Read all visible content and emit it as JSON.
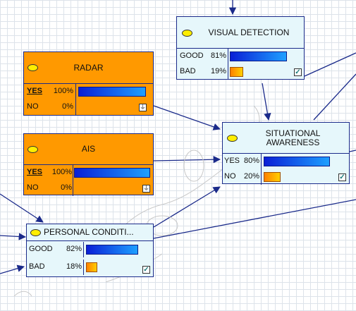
{
  "nodes": {
    "radar": {
      "title": "RADAR",
      "states": [
        {
          "label": "YES",
          "value": "100%",
          "fraction": 1.0
        },
        {
          "label": "NO",
          "value": "0%",
          "fraction": 0.0
        }
      ],
      "indicator": "evidence-icon"
    },
    "ais": {
      "title": "AIS",
      "states": [
        {
          "label": "YES",
          "value": "100%",
          "fraction": 1.0
        },
        {
          "label": "NO",
          "value": "0%",
          "fraction": 0.0
        }
      ],
      "indicator": "evidence-icon"
    },
    "visual_detection": {
      "title": "VISUAL DETECTION",
      "states": [
        {
          "label": "GOOD",
          "value": "81%",
          "fraction": 0.81
        },
        {
          "label": "BAD",
          "value": "19%",
          "fraction": 0.19
        }
      ],
      "indicator": "checkbox-icon"
    },
    "situational_awareness": {
      "title": "SITUATIONAL AWARENESS",
      "states": [
        {
          "label": "YES",
          "value": "80%",
          "fraction": 0.8
        },
        {
          "label": "NO",
          "value": "20%",
          "fraction": 0.2
        }
      ],
      "indicator": "checkbox-icon"
    },
    "personal_condition": {
      "title": "PERSONAL CONDITI...",
      "states": [
        {
          "label": "GOOD",
          "value": "82%",
          "fraction": 0.82
        },
        {
          "label": "BAD",
          "value": "18%",
          "fraction": 0.18
        }
      ],
      "indicator": "checkbox-icon"
    }
  },
  "colors": {
    "node_orange": "#ff9900",
    "node_blue": "#e6f7fb",
    "edge": "#1a2a8a",
    "bar_blue": "#0a1fd6",
    "bar_orange": "#ff8000"
  }
}
